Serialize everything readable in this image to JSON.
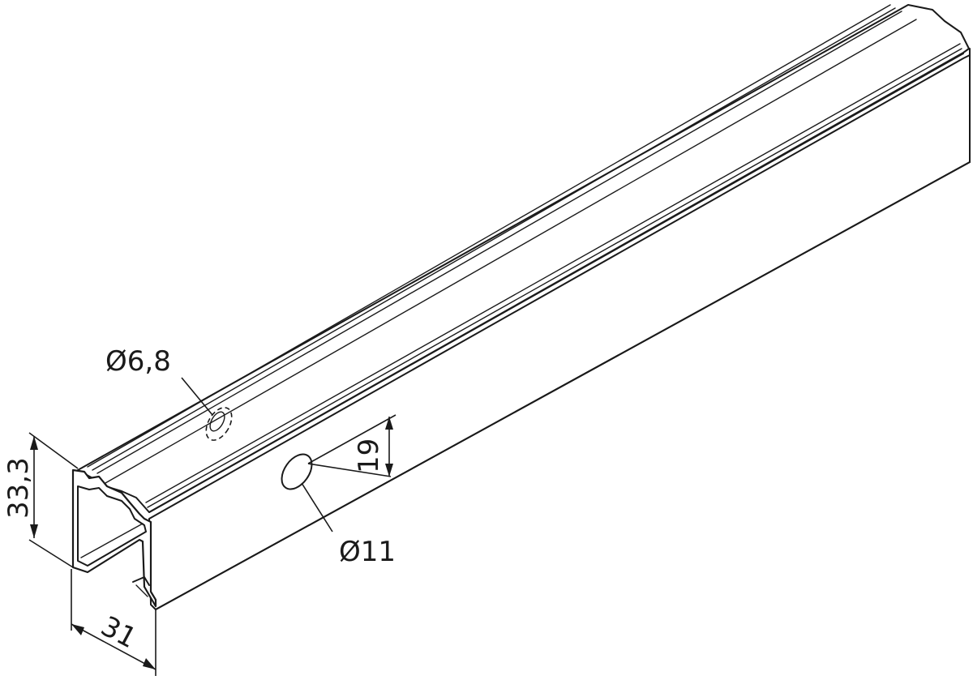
{
  "drawing": {
    "colors": {
      "line": "#1a1a1a",
      "background": "#ffffff"
    },
    "dimensions": {
      "height": "33,3",
      "width": "31",
      "hole_offset": "19",
      "hole_small": "Ø6,8",
      "hole_large": "Ø11"
    }
  }
}
